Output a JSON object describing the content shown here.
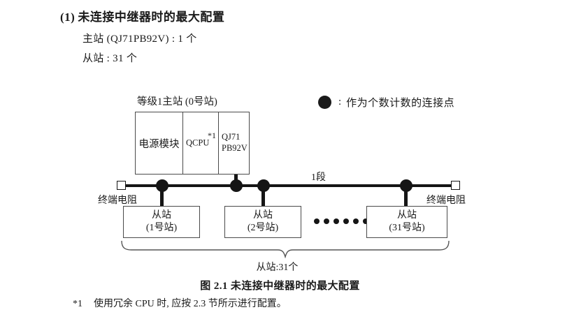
{
  "heading": {
    "number": "(1)",
    "title": "未连接中继器时的最大配置"
  },
  "specs": [
    "主站 (QJ71PB92V) : 1 个",
    "从站 : 31 个"
  ],
  "legend": {
    "symbol": "filled-circle",
    "colon": ":",
    "text": "作为个数计数的连接点"
  },
  "diagram": {
    "master": {
      "label": "等级1主站 (0号站)",
      "cells": [
        {
          "name": "power-module",
          "text": "电源模块"
        },
        {
          "name": "qcpu",
          "text": "QCPU",
          "footnote": "*1"
        },
        {
          "name": "pb92v",
          "line1": "QJ71",
          "line2": "PB92V"
        }
      ]
    },
    "bus": {
      "segment_label": "1段",
      "terminal_left": "终端电阻",
      "terminal_right": "终端电阻"
    },
    "slaves": [
      {
        "line1": "从站",
        "line2": "(1号站)"
      },
      {
        "line1": "从站",
        "line2": "(2号站)"
      },
      {
        "line1": "从站",
        "line2": "(31号站)"
      }
    ],
    "ellipsis_count": 6,
    "brace_caption": "从站:31个"
  },
  "figure_caption": "图 2.1  未连接中继器时的最大配置",
  "footnote": {
    "mark": "*1",
    "text": "使用冗余 CPU 时, 应按 2.3 节所示进行配置。"
  },
  "colors": {
    "ink": "#1a1a1a",
    "line": "#151515",
    "box_border": "#4a4a4a",
    "background": "#ffffff"
  }
}
